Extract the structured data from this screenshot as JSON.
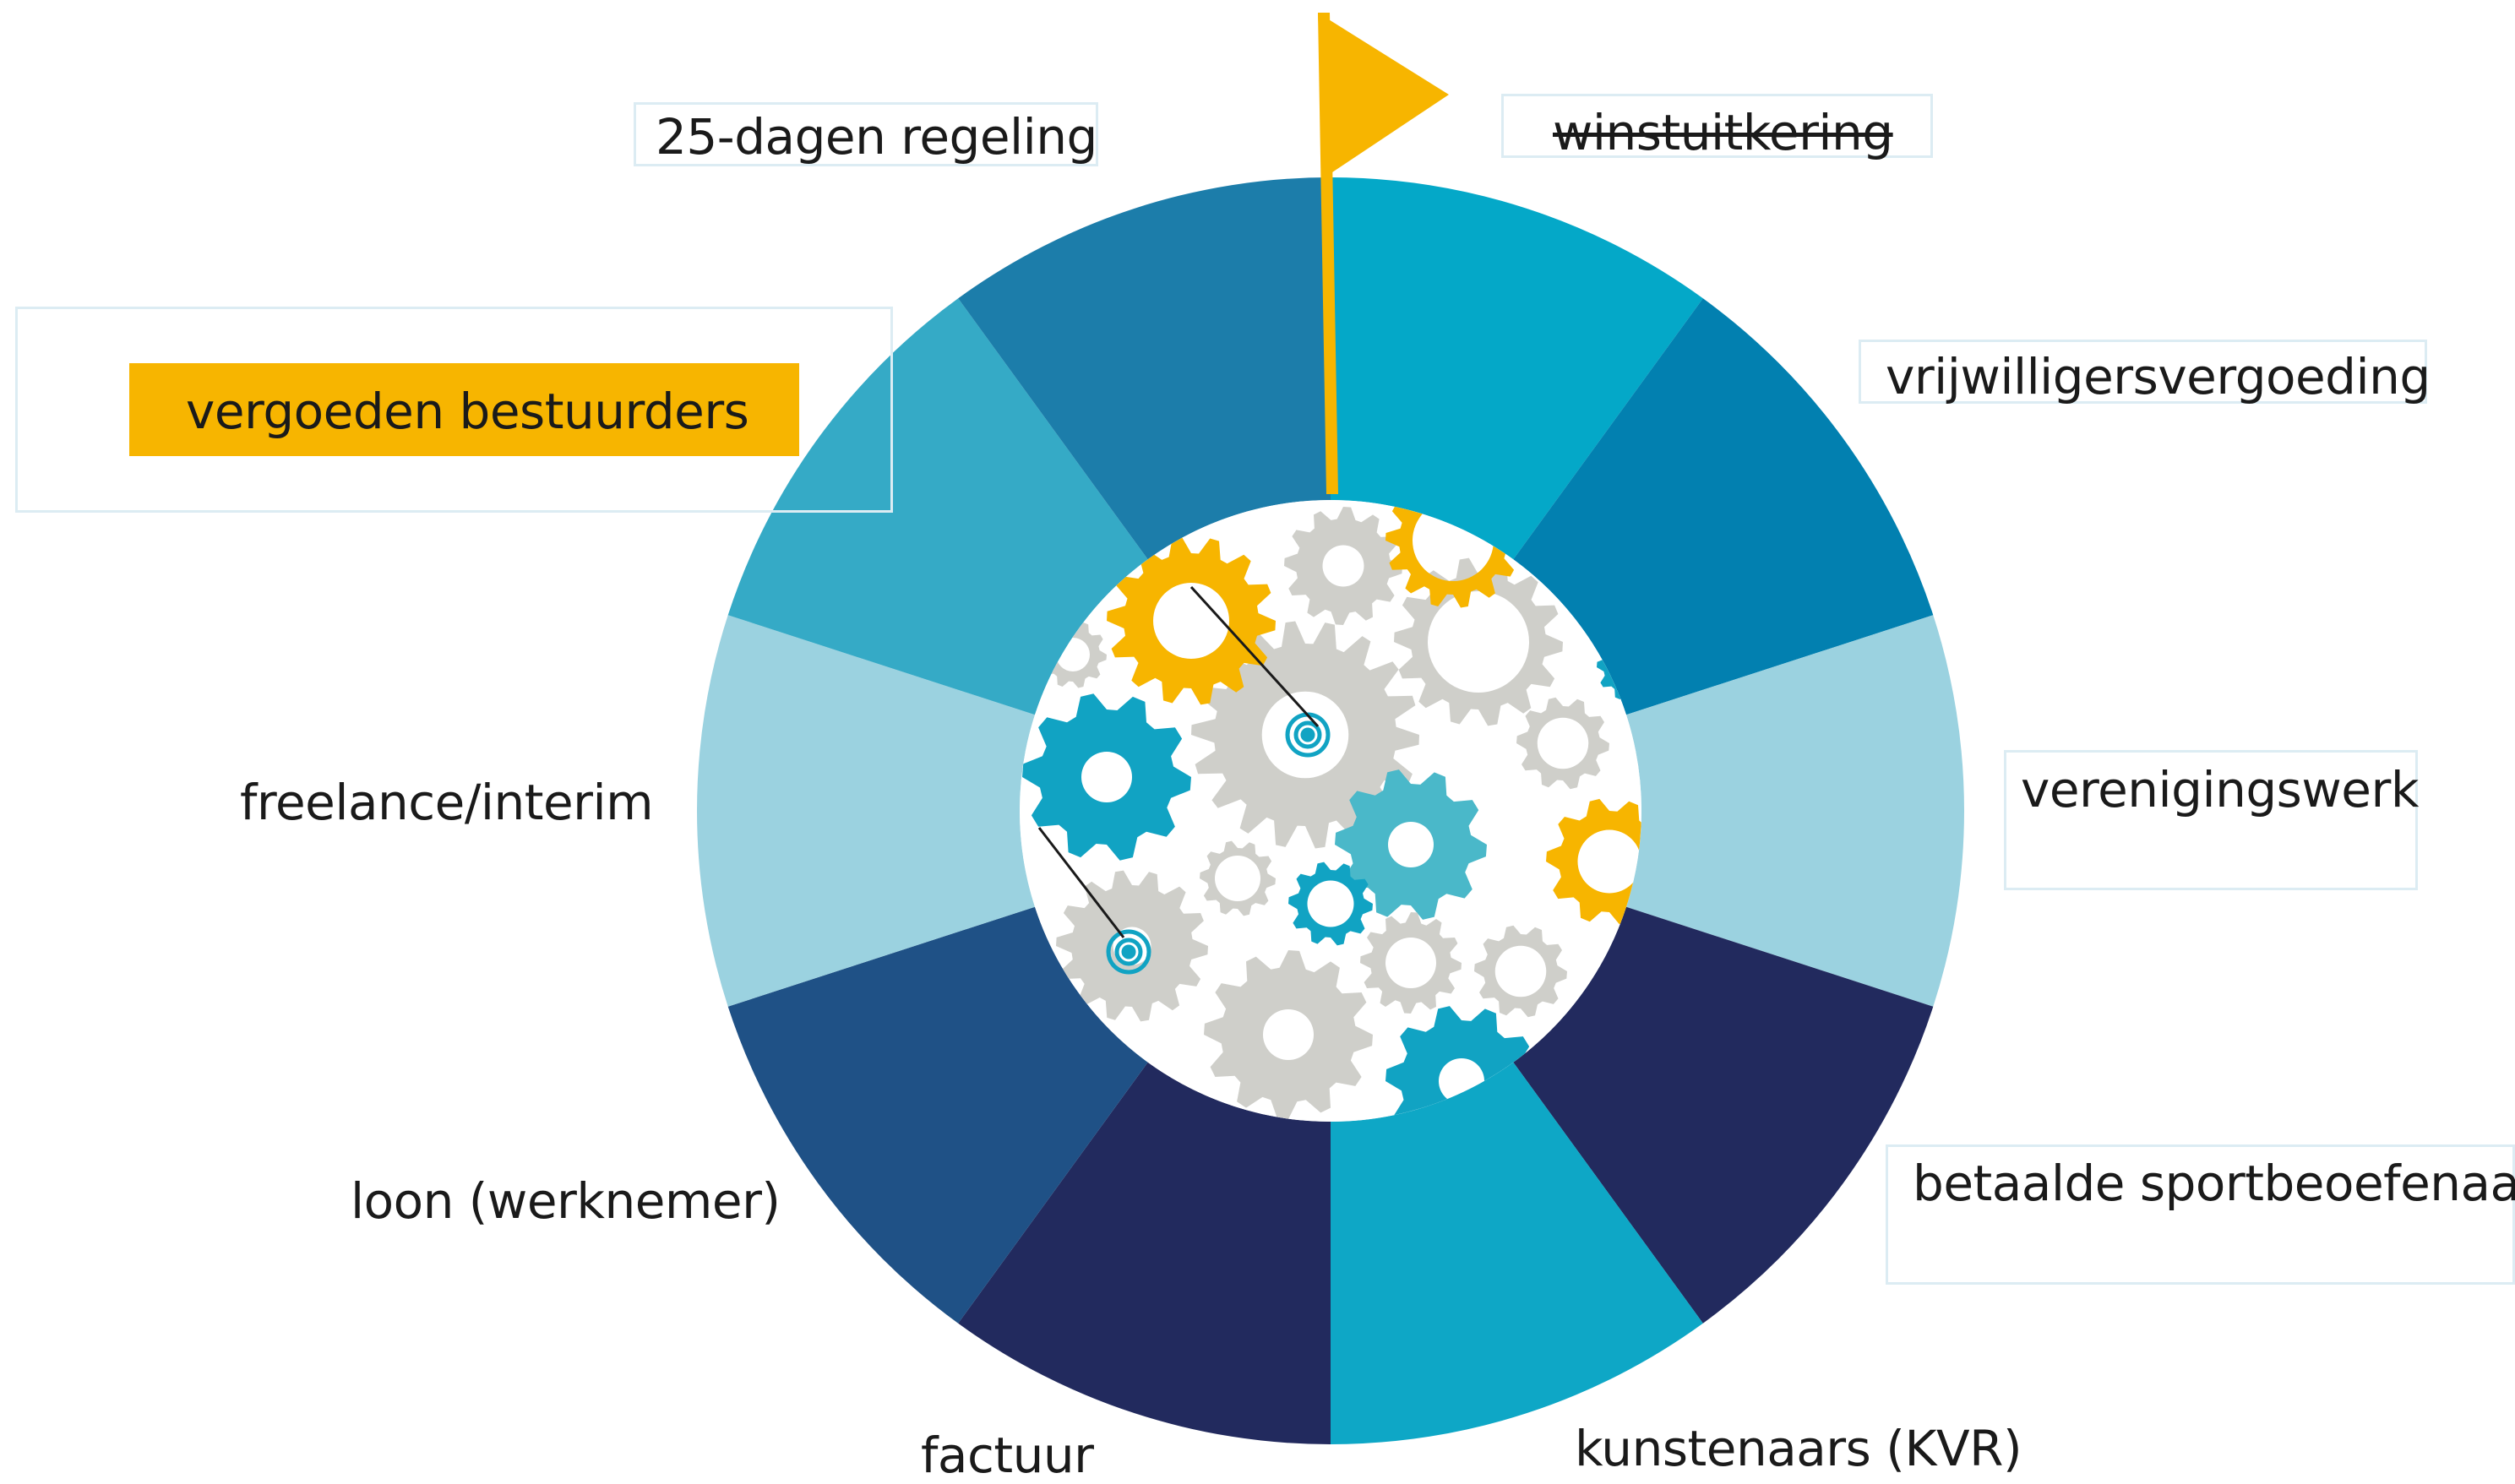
{
  "diagram": {
    "segment_colors": [
      "#04a8c8",
      "#0280b0",
      "#9bd2e0",
      "#222a5e",
      "#0ea7c6",
      "#222a5e",
      "#1f5186",
      "#9bd2e0",
      "#35aac6",
      "#1c7daa"
    ],
    "center_bg": "#ffffff",
    "gear_colors": {
      "grey": "#cfcfca",
      "blue": "#11a3c3",
      "teal": "#4ab8c9",
      "yellow": "#f7b500"
    },
    "flag_color": "#f7b500",
    "highlight_color": "#f7b500",
    "label_border_color": "#dcecf3",
    "labels": {
      "winstuitkering": "winstuitkering",
      "vrijwilligersvergoeding": "vrijwilligersvergoeding",
      "verenigingswerk": "verenigingswerk",
      "betaalde_sportbeoefenaar": "betaalde sportbeoefenaar",
      "kunstenaars": "kunstenaars (KVR)",
      "factuur": "factuur",
      "loon": "loon (werknemer)",
      "freelance": "freelance/interim",
      "vergoeden_bestuurders": "vergoeden bestuurders",
      "dagen_regeling": "25-dagen regeling"
    }
  }
}
